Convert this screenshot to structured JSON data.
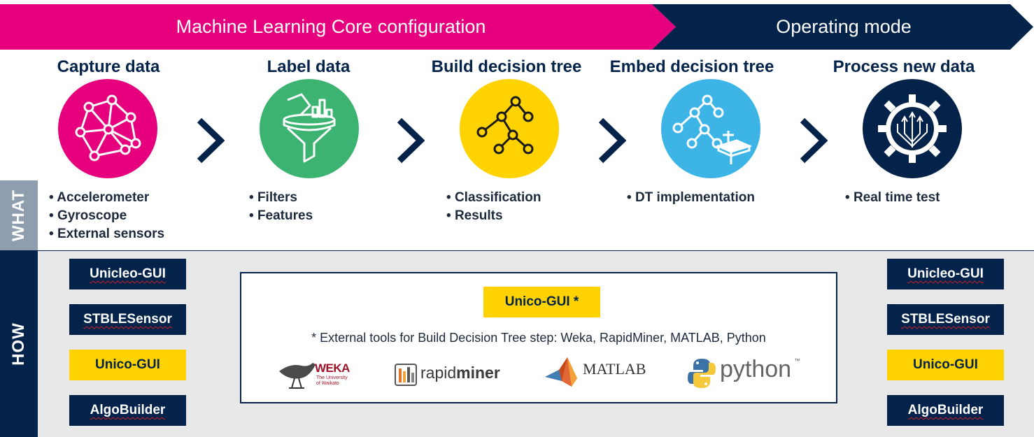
{
  "banner": {
    "config_label": "Machine Learning Core configuration",
    "operating_label": "Operating mode",
    "config_color": "#e6007e",
    "operating_color": "#03234b"
  },
  "steps": [
    {
      "title": "Capture data",
      "icon": "network-nodes-icon",
      "color": "#e6007e",
      "bullets": [
        "Accelerometer",
        "Gyroscope",
        "External sensors"
      ]
    },
    {
      "title": "Label data",
      "icon": "funnel-filter-icon",
      "color": "#3cb371",
      "bullets": [
        "Filters",
        "Features"
      ]
    },
    {
      "title": "Build decision tree",
      "icon": "decision-tree-icon",
      "color": "#ffd200",
      "bullets": [
        "Classification",
        "Results"
      ]
    },
    {
      "title": "Embed decision tree",
      "icon": "embedded-tree-icon",
      "color": "#3cb4e6",
      "bullets": [
        "DT implementation"
      ]
    },
    {
      "title": "Process new data",
      "icon": "gear-chip-icon",
      "color": "#03234b",
      "bullets": [
        "Real time test"
      ]
    }
  ],
  "side_labels": {
    "what": "WHAT",
    "how": "HOW"
  },
  "tools_left": [
    {
      "label": "Unicleo-GUI",
      "style": "dark"
    },
    {
      "label": "STBLESensor",
      "style": "dark"
    },
    {
      "label": "Unico-GUI",
      "style": "yellow"
    },
    {
      "label": "AlgoBuilder",
      "style": "dark"
    }
  ],
  "tools_right": [
    {
      "label": "Unicleo-GUI",
      "style": "dark"
    },
    {
      "label": "STBLESensor",
      "style": "dark"
    },
    {
      "label": "Unico-GUI",
      "style": "yellow"
    },
    {
      "label": "AlgoBuilder",
      "style": "dark"
    }
  ],
  "center": {
    "tool_label": "Unico-GUI *",
    "note": "* External tools for Build Decision Tree step: Weka, RapidMiner, MATLAB, Python",
    "logos": {
      "weka": {
        "name": "WEKA",
        "sub1": "The University",
        "sub2": "of Waikato"
      },
      "rapidminer": {
        "name_light": "rapid",
        "name_bold": "miner"
      },
      "matlab": {
        "name": "MATLAB"
      },
      "python": {
        "name": "python",
        "tm": "™"
      }
    }
  }
}
